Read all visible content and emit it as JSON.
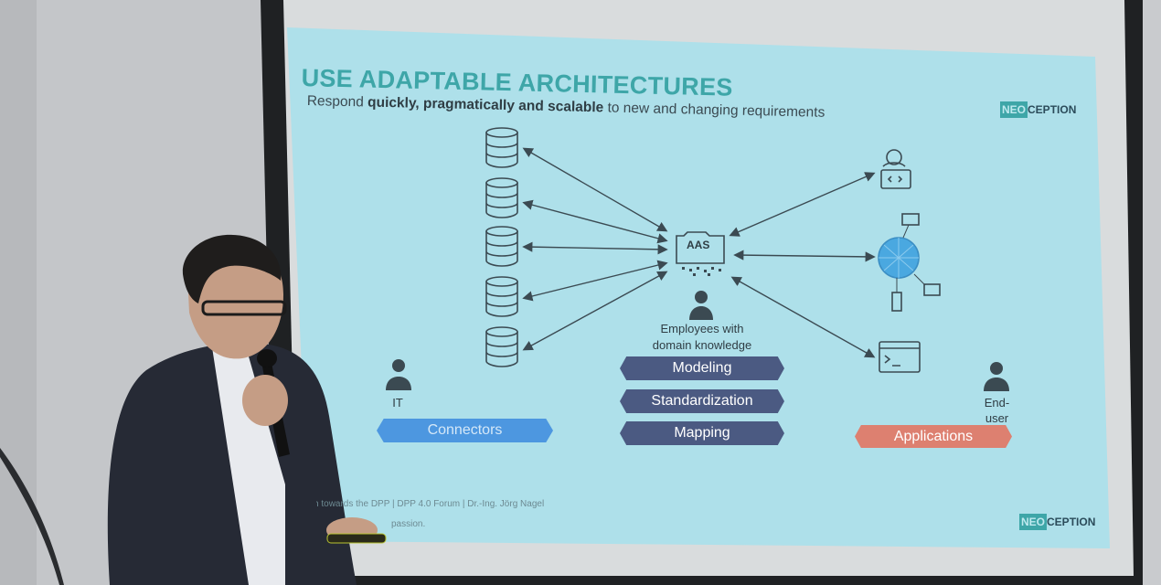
{
  "slide": {
    "title": "USE ADAPTABLE ARCHITECTURES",
    "subtitle_pre": "Respond ",
    "subtitle_bold": "quickly, pragmatically and scalable",
    "subtitle_post": " to new and changing requirements",
    "logo_neo": "NEO",
    "logo_rest": "CEPTION",
    "aas_label": "AAS",
    "employees_label_1": "Employees with",
    "employees_label_2": "domain knowledge",
    "it_label": "IT",
    "enduser_label_1": "End-",
    "enduser_label_2": "user",
    "banners": {
      "connectors": "Connectors",
      "modeling": "Modeling",
      "standardization": "Standardization",
      "mapping": "Mapping",
      "applications": "Applications"
    },
    "footer": "Path towards the DPP | DPP 4.0 Forum | Dr.-Ing. Jörg Nagel",
    "footer_2": "passion."
  },
  "colors": {
    "slide_bg": "#aee0ea",
    "title": "#3ea6a8",
    "connectors": "#4d97e0",
    "center_banners": "#4b5a82",
    "applications": "#dd8070"
  }
}
